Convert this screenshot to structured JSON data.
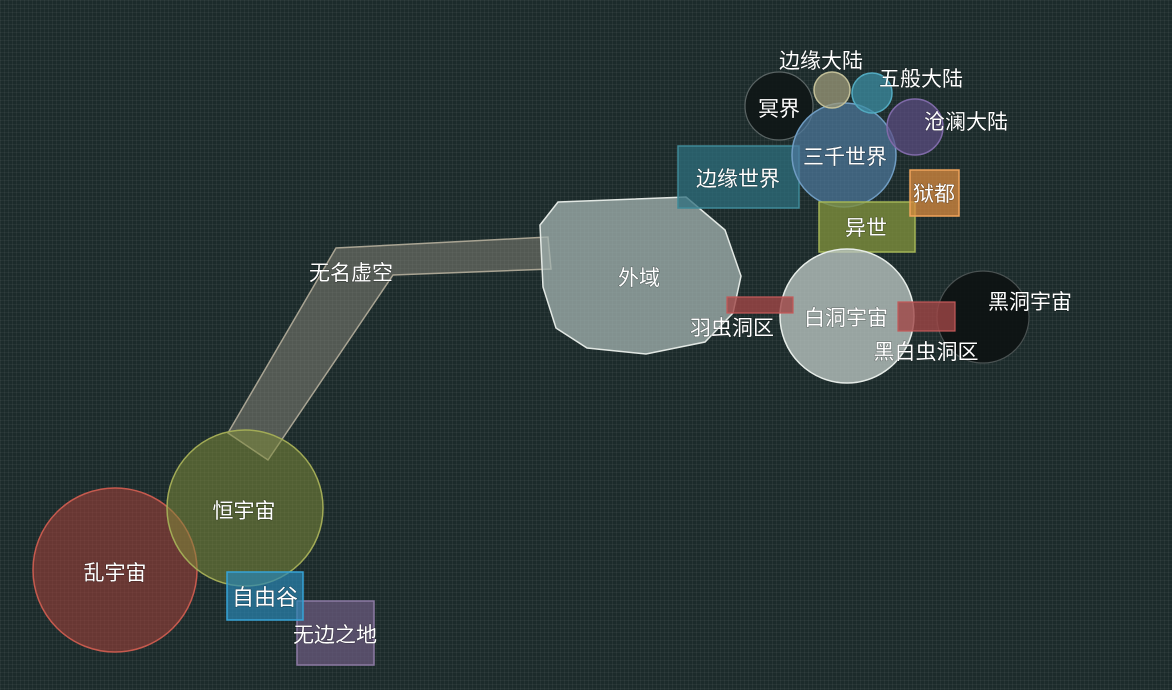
{
  "regions": {
    "luan_yuzhou": {
      "name": "乱宇宙",
      "color": "#a8413b"
    },
    "heng_yuzhou": {
      "name": "恒宇宙",
      "color": "#7e8a3a"
    },
    "ziyou_gu": {
      "name": "自由谷",
      "color": "#2a86b3"
    },
    "wubian_zhidi": {
      "name": "无边之地",
      "color": "#6a5a7e"
    },
    "wuming_xukong": {
      "name": "无名虚空",
      "color": "#8a877c"
    },
    "waiyu": {
      "name": "外域",
      "color": "#a4b4b1"
    },
    "bianyuan_shijie": {
      "name": "边缘世界",
      "color": "#2d6f7d"
    },
    "sanqian_shijie": {
      "name": "三千世界",
      "color": "#4f7aa0"
    },
    "mingjie": {
      "name": "冥界",
      "color": "#0f1616"
    },
    "bianyuan_dalu": {
      "name": "边缘大陆",
      "color": "#9c9a7a"
    },
    "wuban_dalu": {
      "name": "五般大陆",
      "color": "#3c8ea3"
    },
    "canglan_dalu": {
      "name": "沧澜大陆",
      "color": "#5e4e86"
    },
    "yudu": {
      "name": "狱都",
      "color": "#d98b3f"
    },
    "yishi": {
      "name": "异世",
      "color": "#7e8f3c"
    },
    "baidong_yuzhou": {
      "name": "白洞宇宙",
      "color": "#b8c3bf"
    },
    "yuchong_dongqu": {
      "name": "羽虫洞区",
      "color": "#a04646"
    },
    "heidong_yuzhou": {
      "name": "黑洞宇宙",
      "color": "#0d1212"
    },
    "heibai_chongdongqu": {
      "name": "黑白虫洞区",
      "color": "#a04646"
    }
  }
}
